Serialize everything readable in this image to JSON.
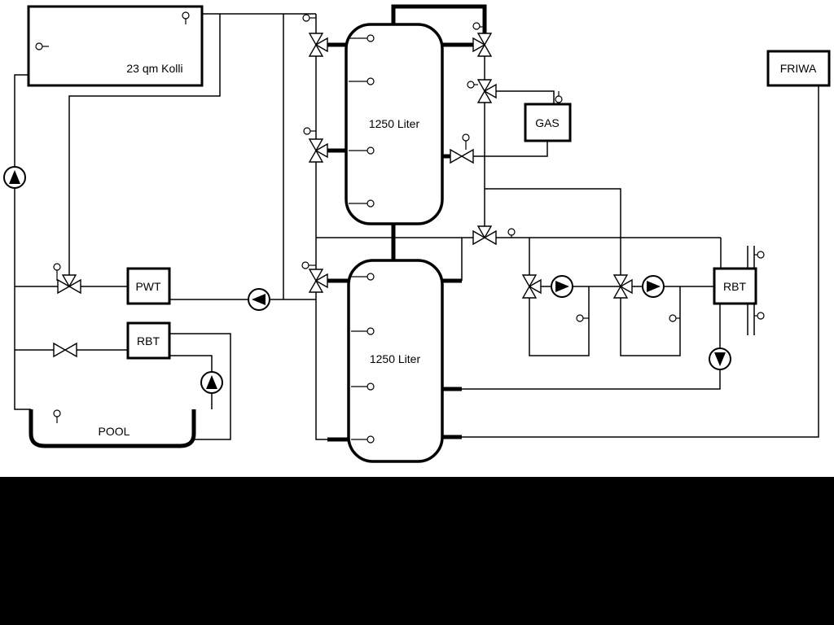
{
  "diagram": {
    "type": "hydraulic-heating-schematic",
    "background": "#ffffff",
    "line_color": "#000000",
    "letterbox_color": "#000000",
    "components": {
      "collector": {
        "label": "23 qm Kolli"
      },
      "buffer_tank_top": {
        "label": "1250 Liter"
      },
      "buffer_tank_bottom": {
        "label": "1250 Liter"
      },
      "gas_boiler": {
        "label": "GAS"
      },
      "friwa": {
        "label": "FRIWA"
      },
      "pwt": {
        "label": "PWT"
      },
      "rbt_pool": {
        "label": "RBT"
      },
      "rbt_right": {
        "label": "RBT"
      },
      "pool": {
        "label": "POOL"
      }
    },
    "symbols": [
      "pump-icon",
      "three-way-valve-icon",
      "two-way-valve-icon",
      "sensor-icon"
    ]
  }
}
